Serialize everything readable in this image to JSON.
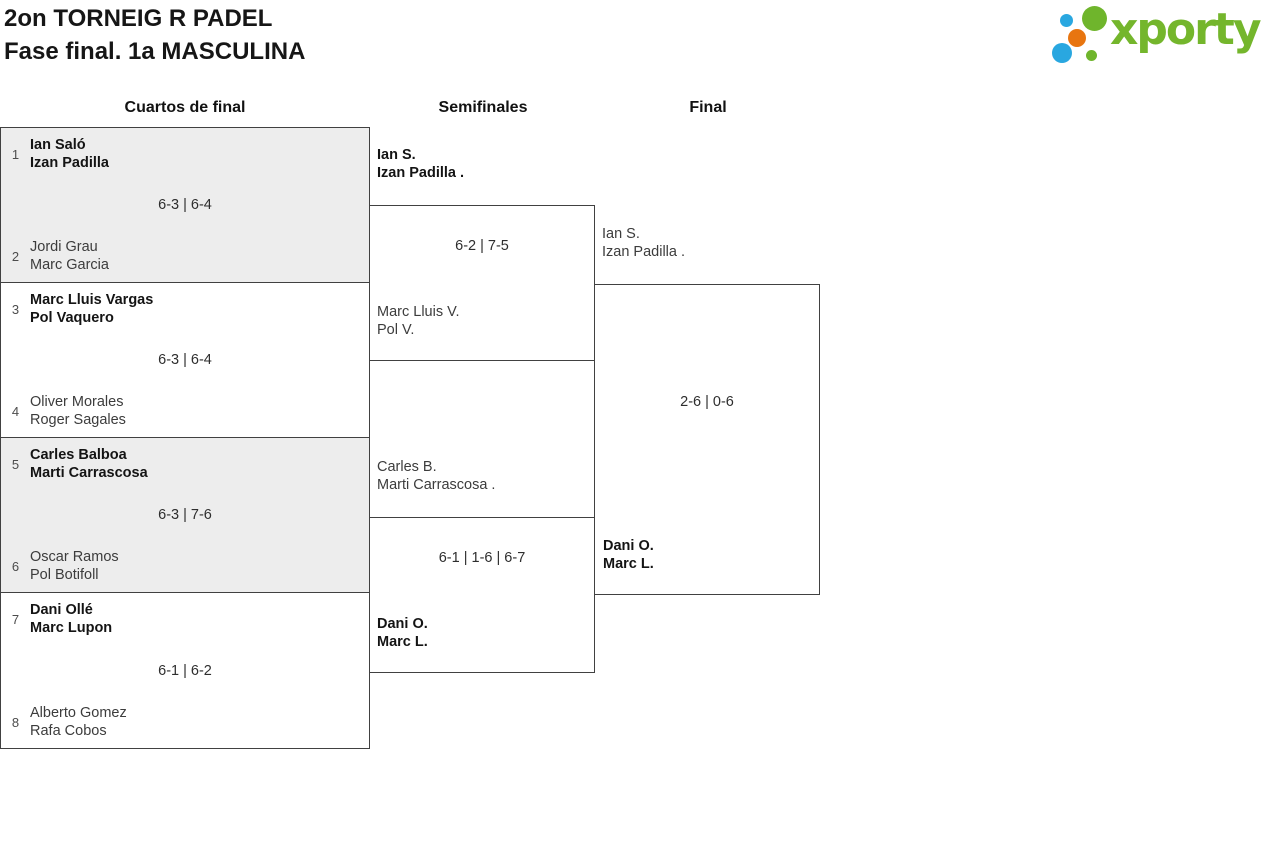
{
  "header": {
    "title_line1": "2on TORNEIG R PADEL",
    "title_line2": "Fase final. 1a MASCULINA",
    "logo_text": "xporty"
  },
  "colors": {
    "logo_green": "#6fb52c",
    "logo_blue": "#29a7e0",
    "logo_orange": "#e87510",
    "box_grey_fill": "#ededed",
    "box_border": "#414141",
    "winner_text": "#141414",
    "loser_text": "#3c3c3c"
  },
  "columns": [
    {
      "label": "Cuartos de final"
    },
    {
      "label": "Semifinales"
    },
    {
      "label": "Final"
    }
  ],
  "bracket": {
    "quarterfinals": [
      {
        "score": "6-3 | 6-4",
        "top": {
          "seed": "1",
          "players": [
            "Ian Saló",
            "Izan Padilla"
          ],
          "winner": true
        },
        "bottom": {
          "seed": "2",
          "players": [
            "Jordi Grau",
            "Marc Garcia"
          ],
          "winner": false
        }
      },
      {
        "score": "6-3 | 6-4",
        "top": {
          "seed": "3",
          "players": [
            "Marc Lluis Vargas",
            "Pol Vaquero"
          ],
          "winner": true
        },
        "bottom": {
          "seed": "4",
          "players": [
            "Oliver Morales",
            "Roger Sagales"
          ],
          "winner": false
        }
      },
      {
        "score": "6-3 | 7-6",
        "top": {
          "seed": "5",
          "players": [
            "Carles Balboa",
            "Marti Carrascosa"
          ],
          "winner": true
        },
        "bottom": {
          "seed": "6",
          "players": [
            "Oscar Ramos",
            "Pol Botifoll"
          ],
          "winner": false
        }
      },
      {
        "score": "6-1 | 6-2",
        "top": {
          "seed": "7",
          "players": [
            "Dani Ollé",
            "Marc Lupon"
          ],
          "winner": true
        },
        "bottom": {
          "seed": "8",
          "players": [
            "Alberto Gomez",
            "Rafa Cobos"
          ],
          "winner": false
        }
      }
    ],
    "semifinals": [
      {
        "score": "6-2 | 7-5",
        "top": {
          "players": [
            "Ian S.",
            "Izan Padilla ."
          ],
          "winner": true
        },
        "bottom": {
          "players": [
            "Marc Lluis V.",
            "Pol V."
          ],
          "winner": false
        }
      },
      {
        "score": "6-1 | 1-6 | 6-7",
        "top": {
          "players": [
            "Carles B.",
            "Marti Carrascosa ."
          ],
          "winner": false
        },
        "bottom": {
          "players": [
            "Dani O.",
            "Marc L."
          ],
          "winner": true
        }
      }
    ],
    "final": {
      "score": "2-6 | 0-6",
      "top": {
        "players": [
          "Ian S.",
          "Izan Padilla ."
        ],
        "winner": false
      },
      "bottom": {
        "players": [
          "Dani O.",
          "Marc L."
        ],
        "winner": true
      }
    }
  }
}
